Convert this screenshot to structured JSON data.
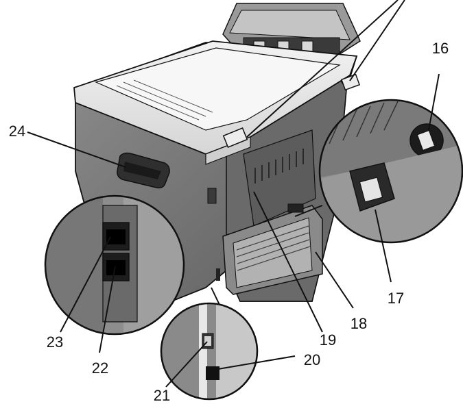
{
  "callouts": {
    "c16": "16",
    "c17": "17",
    "c18": "18",
    "c19": "19",
    "c20": "20",
    "c21": "21",
    "c22": "22",
    "c23": "23",
    "c24": "24"
  },
  "colors": {
    "body": "#7d7d7d",
    "body_dark": "#4a4a4a",
    "top_cover": "#e9e9e9",
    "tray": "#f5f5f5",
    "outline": "#111111"
  }
}
